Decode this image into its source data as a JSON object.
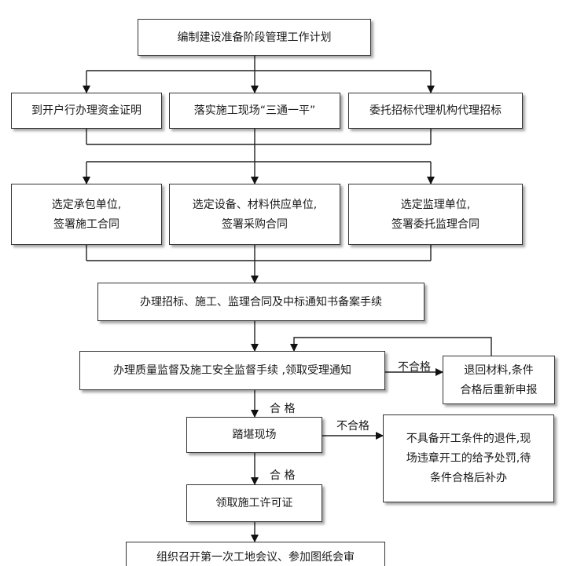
{
  "boxes": {
    "plan": "编制建设准备阶段管理工作计划",
    "funds": "到开户行办理资金证明",
    "site": "落实施工现场“三通一平”",
    "agent": "委托招标代理机构代理招标",
    "contractor_1": "选定承包单位,",
    "contractor_2": "签署施工合同",
    "supplier_1": "选定设备、材料供应单位,",
    "supplier_2": "签署采购合同",
    "supervisor_1": "选定监理单位,",
    "supervisor_2": "签署委托监理合同",
    "filing": "办理招标、施工、监理合同及中标通知书备案手续",
    "quality": "办理质量监督及施工安全监督手续 ,领取受理通知",
    "return_1": "退回材料,条件",
    "return_2": "合格后重新申报",
    "survey": "踏堪现场",
    "reject_1": "不具备开工条件的退件,现",
    "reject_2": "场违章开工的给予处罚,待",
    "reject_3": "条件合格后补办",
    "permit": "领取施工许可证",
    "meeting": "组织召开第一次工地会议、参加图纸会审"
  },
  "labels": {
    "fail": "不合格",
    "pass": "合 格"
  }
}
